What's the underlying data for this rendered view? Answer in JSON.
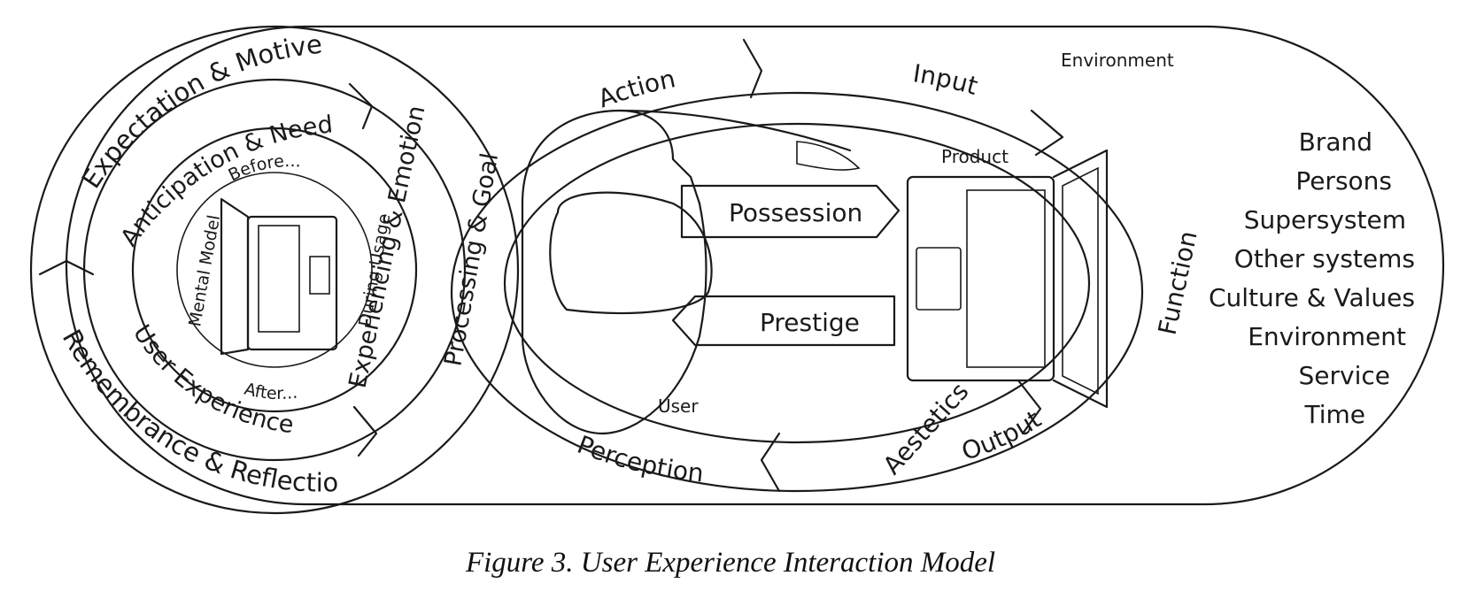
{
  "diagram": {
    "outer_labels": {
      "expectation": "Expectation & Motive",
      "anticipation": "Anticipation & Needs",
      "before": "Before...",
      "mental_model": "Mental Model",
      "during_usage": "During Usage",
      "after": "After...",
      "user_experience": "User Experience",
      "remembrance": "Remembrance & Reflection",
      "experiencing": "Experiencing & Emotion",
      "processing": "Processing & Goal"
    },
    "loop_labels": {
      "action": "Action",
      "input": "Input",
      "function": "Function",
      "output": "Output",
      "aestetics": "Aestetics",
      "perception": "Perception",
      "possession": "Possession",
      "prestige": "Prestige"
    },
    "entities": {
      "environment": "Environment",
      "product": "Product",
      "user": "User"
    },
    "context_factors": [
      "Brand",
      "Persons",
      "Supersystem",
      "Other systems",
      "Culture & Values",
      "Environment",
      "Service",
      "Time"
    ]
  },
  "caption": "Figure 3. User Experience Interaction Model"
}
